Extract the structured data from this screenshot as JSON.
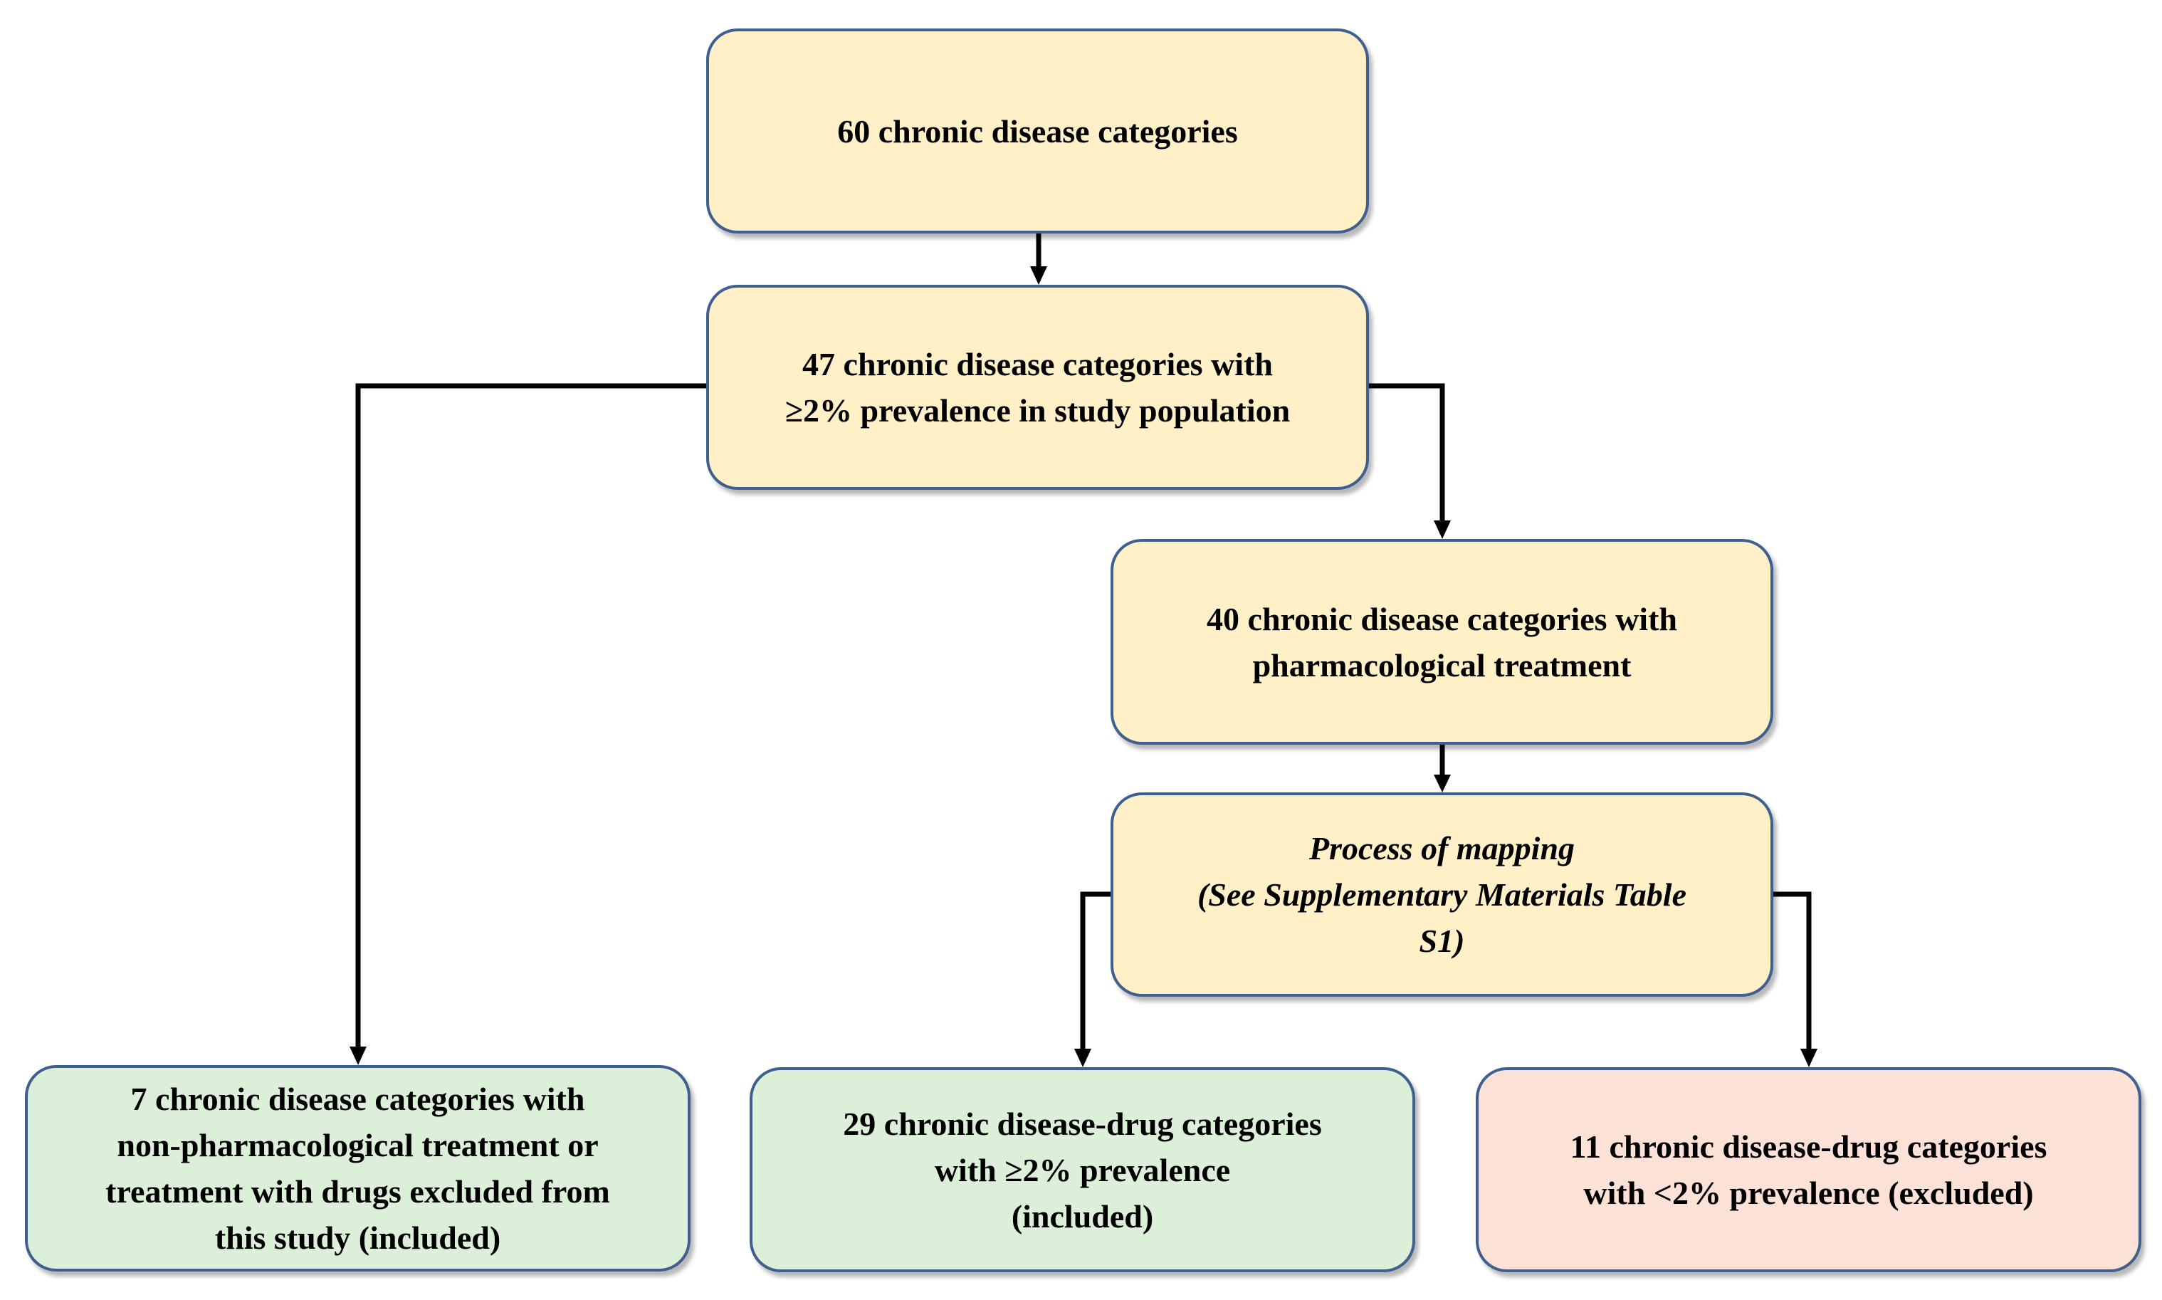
{
  "colors": {
    "process_fill": "#fff0c8",
    "included_fill": "#dcefd8",
    "excluded_fill": "#fbe1d6",
    "border": "#3e5f8f",
    "arrow": "#000000"
  },
  "nodes": {
    "n60": {
      "text": "60 chronic disease categories"
    },
    "n47": {
      "line1": "47 chronic disease categories with",
      "line2": "≥2% prevalence in study population"
    },
    "n40": {
      "line1": "40 chronic disease categories with",
      "line2": "pharmacological treatment"
    },
    "mapping": {
      "line1": "Process of mapping",
      "line2": "(See Supplementary Materials Table",
      "line3": "S1)"
    },
    "n7": {
      "line1": "7 chronic disease categories with",
      "line2": "non-pharmacological treatment or",
      "line3": "treatment with drugs excluded from",
      "line4": "this study (included)"
    },
    "n29": {
      "line1": "29 chronic disease-drug categories",
      "line2": "with ≥2% prevalence",
      "line3": "(included)"
    },
    "n11": {
      "line1": "11 chronic disease-drug categories",
      "line2": "with <2% prevalence (excluded)"
    }
  },
  "edges": [
    {
      "from": "n60",
      "to": "n47"
    },
    {
      "from": "n47",
      "to": "n7"
    },
    {
      "from": "n47",
      "to": "n40"
    },
    {
      "from": "n40",
      "to": "mapping"
    },
    {
      "from": "mapping",
      "to": "n29"
    },
    {
      "from": "mapping",
      "to": "n11"
    }
  ]
}
